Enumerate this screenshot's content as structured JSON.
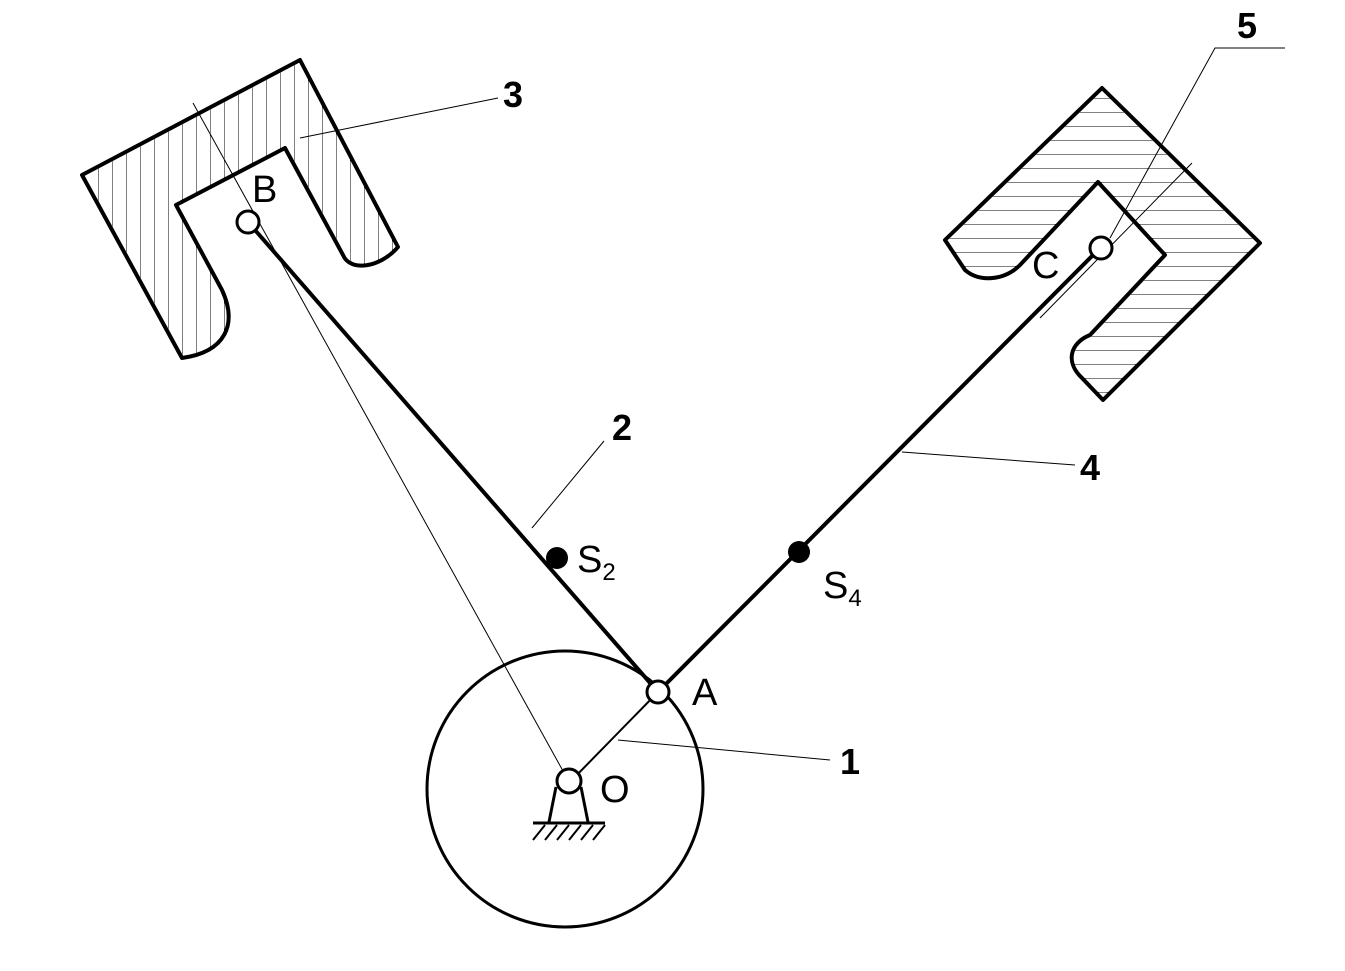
{
  "colors": {
    "ink": "#000000",
    "background": "#ffffff"
  },
  "points": {
    "O": "O",
    "A": "A",
    "B": "B",
    "C": "C"
  },
  "centers_of_mass": {
    "s2": {
      "main": "S",
      "sub": "2"
    },
    "s4": {
      "main": "S",
      "sub": "4"
    }
  },
  "link_numbers": {
    "crank": "1",
    "connecting_rod_left": "2",
    "slider_guide_left": "3",
    "connecting_rod_right": "4",
    "slider_guide_right": "5"
  }
}
